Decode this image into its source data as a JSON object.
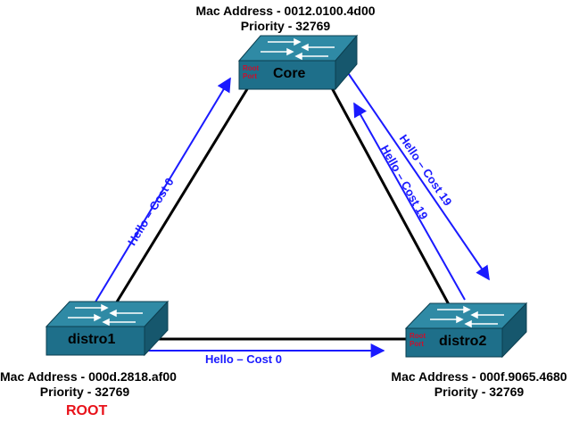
{
  "switches": {
    "core": {
      "name": "Core",
      "mac": "Mac Address - 0012.0100.4d00",
      "priority": "Priority - 32769",
      "port_badge_line1": "Root",
      "port_badge_line2": "Port"
    },
    "distro1": {
      "name": "distro1",
      "mac": "Mac Address - 000d.2818.af00",
      "priority": "Priority - 32769",
      "role": "ROOT"
    },
    "distro2": {
      "name": "distro2",
      "mac": "Mac Address - 000f.9065.4680",
      "priority": "Priority - 32769",
      "port_badge_line1": "Root",
      "port_badge_line2": "Port"
    }
  },
  "hello_labels": {
    "distro1_to_core": "Hello – Cost 0",
    "distro1_to_distro2": "Hello – Cost 0",
    "core_to_distro2": "Hello – Cost 19",
    "distro2_to_core": "Hello – Cost 19"
  },
  "colors": {
    "link_black": "#000000",
    "hello_blue": "#1a1aff",
    "switch_top": "#2f8aa5",
    "switch_front": "#1e6f8a",
    "switch_side": "#16576d",
    "root_red": "#e8121a"
  }
}
